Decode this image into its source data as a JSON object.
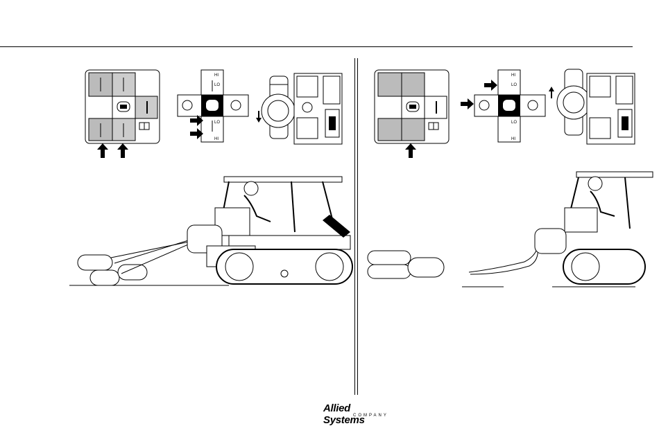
{
  "control_labels": {
    "hi": "HI",
    "lo": "LO"
  },
  "icons": [
    "arrow-up-icon",
    "arrow-right-icon",
    "arrow-down-icon",
    "winch-drum-icon",
    "book-icon"
  ],
  "logo": {
    "name": "Allied Systems",
    "sub": "COMPANY"
  }
}
